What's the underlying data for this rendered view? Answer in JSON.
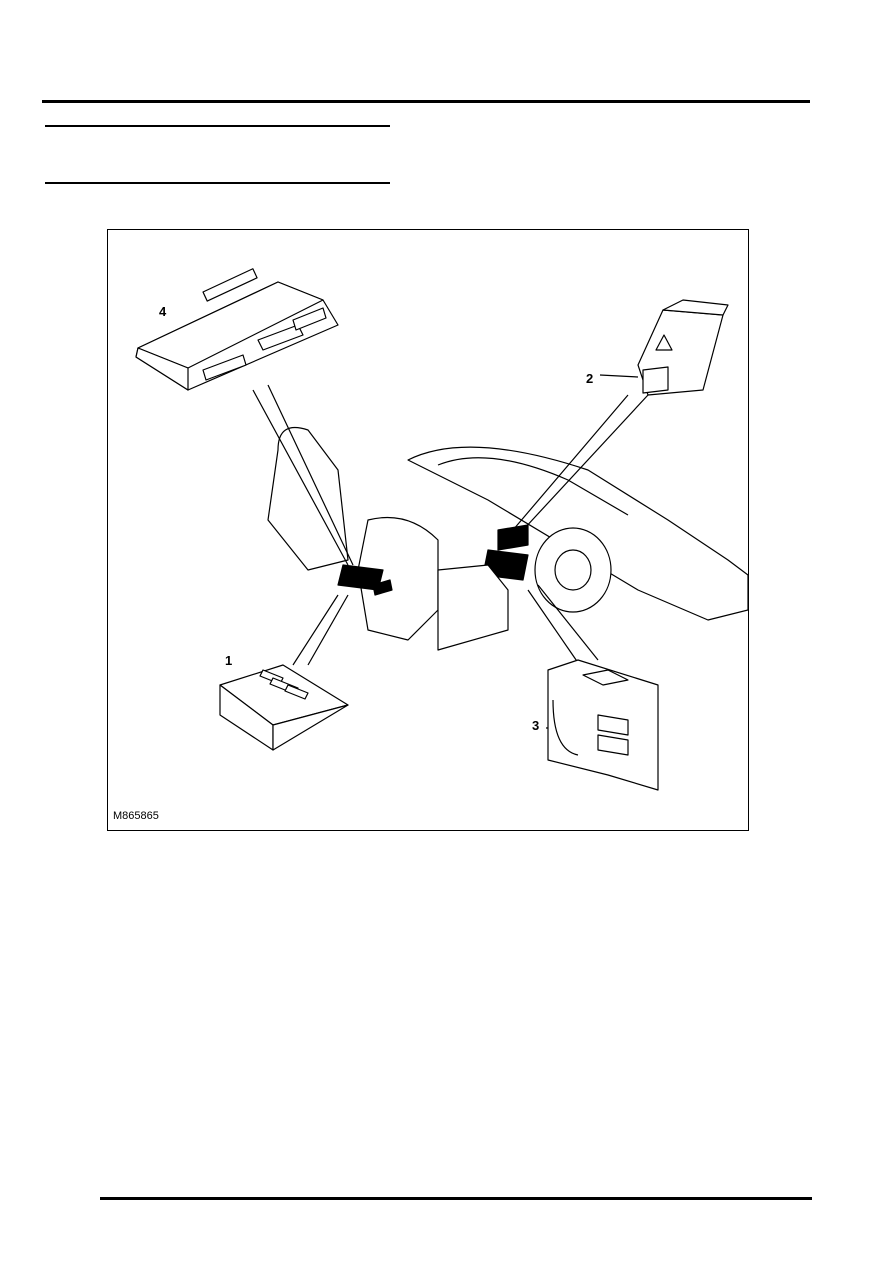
{
  "figure": {
    "reference": "M865865",
    "callouts": [
      "1",
      "2",
      "3",
      "4"
    ]
  }
}
